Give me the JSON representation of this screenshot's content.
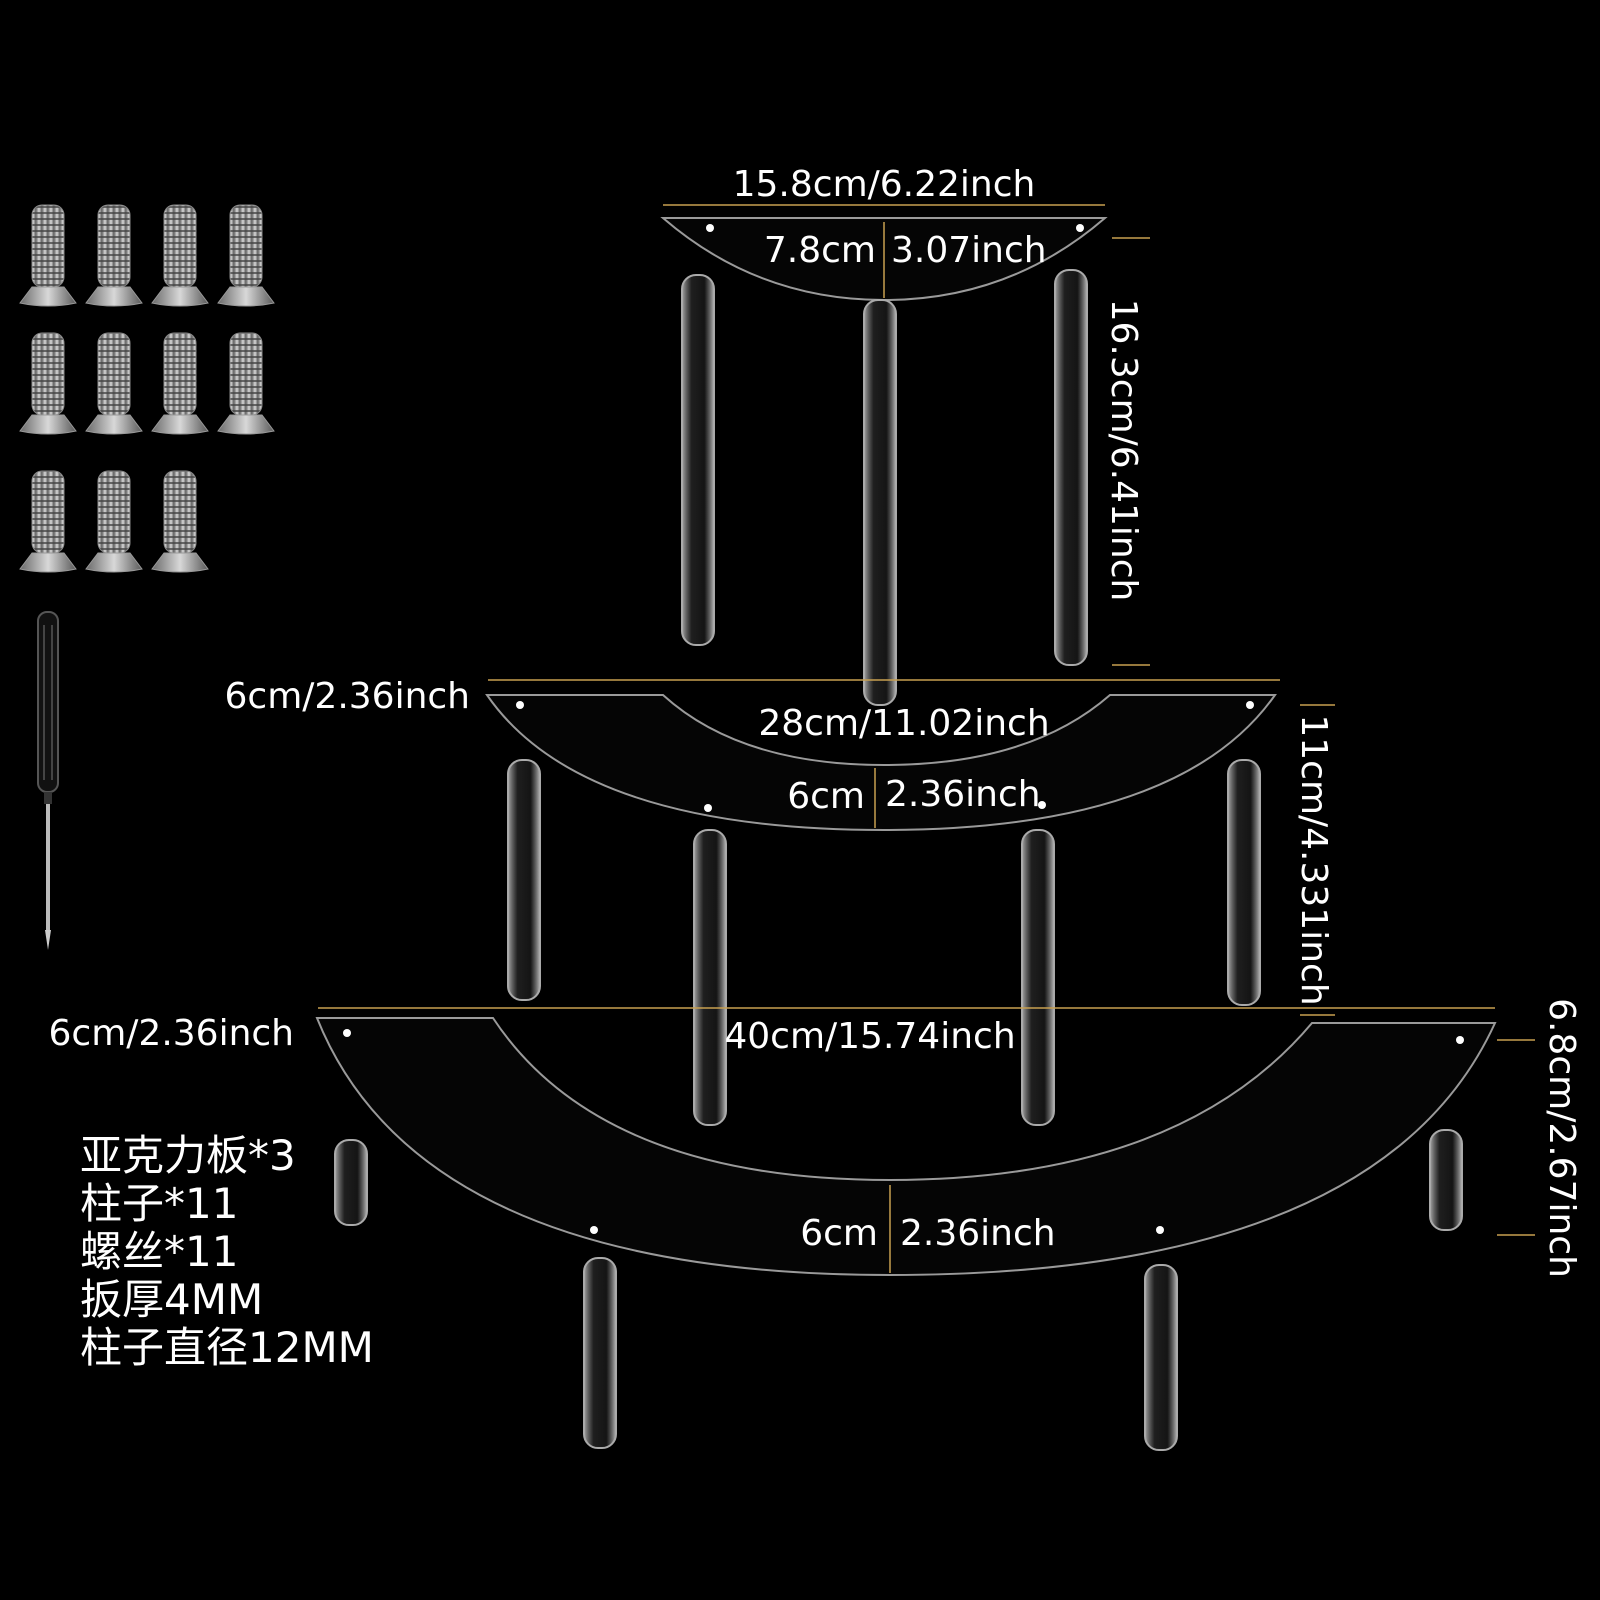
{
  "dimensions": {
    "top_width": "15.8cm/6.22inch",
    "top_depth_left": "7.8cm",
    "top_depth_right": "3.07inch",
    "top_height": "16.3cm/6.41inch",
    "middle_cutout": "6cm/2.36inch",
    "middle_width": "28cm/11.02inch",
    "middle_depth_left": "6cm",
    "middle_depth_right": "2.36inch",
    "middle_height": "11cm/4.331inch",
    "bottom_cutout": "6cm/2.36inch",
    "bottom_width": "40cm/15.74inch",
    "bottom_depth_left": "6cm",
    "bottom_depth_right": "2.36inch",
    "bottom_height": "6.8cm/2.67inch"
  },
  "parts_list": [
    "亚克力板*3",
    "柱子*11",
    "螺丝*11",
    "扳厚4MM",
    "柱子直径12MM"
  ],
  "icons": {
    "screw": "screw-icon",
    "screwdriver": "screwdriver-icon"
  },
  "colors": {
    "background": "#000000",
    "dimension_line": "#c8a050",
    "text": "#ffffff"
  }
}
